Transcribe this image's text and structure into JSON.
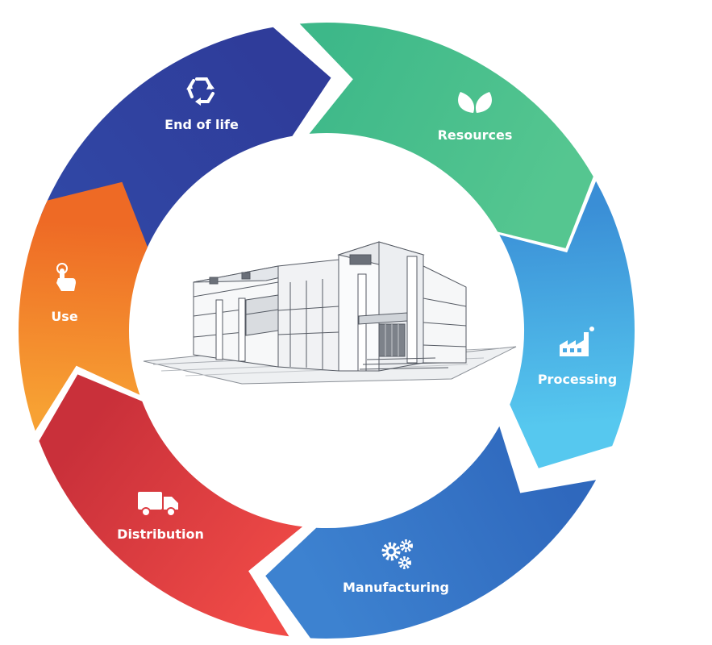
{
  "stages": [
    {
      "id": "resources",
      "label": "Resources",
      "icon": "leaves-icon",
      "color": "#3db889",
      "color2": "#55c690"
    },
    {
      "id": "processing",
      "label": "Processing",
      "icon": "factory-icon",
      "color": "#3a8ed6",
      "color2": "#56c8ef"
    },
    {
      "id": "manufacturing",
      "label": "Manufacturing",
      "icon": "gears-icon",
      "color": "#2f68bd",
      "color2": "#3d82d0"
    },
    {
      "id": "distribution",
      "label": "Distribution",
      "icon": "truck-icon",
      "color": "#f04b47",
      "color2": "#c9303a"
    },
    {
      "id": "use",
      "label": "Use",
      "icon": "hand-tap-icon",
      "color": "#f7a133",
      "color2": "#ee6a25"
    },
    {
      "id": "end-of-life",
      "label": "End of life",
      "icon": "recycle-icon",
      "color": "#3047a5",
      "color2": "#2f3c9a"
    }
  ],
  "center_image": "building-sketch"
}
